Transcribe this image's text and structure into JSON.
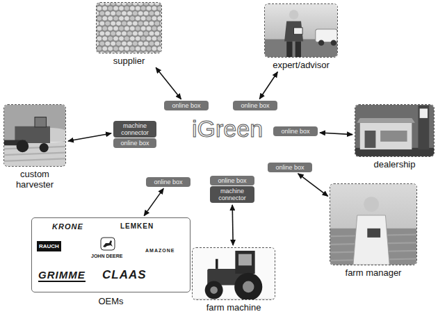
{
  "diagram": {
    "nodes": [
      {
        "text": [
          "supplier"
        ]
      },
      {
        "text": [
          "expert/advisor"
        ]
      },
      {
        "text": [
          "iGreen"
        ]
      },
      {
        "text": [
          "online box"
        ],
        "in": 2
      },
      {
        "text": [
          "online box"
        ],
        "in": 2
      },
      {
        "text": [
          "machine connector"
        ],
        "in": 2
      },
      {
        "text": [
          "online box"
        ],
        "in": 2
      },
      {
        "text": [
          "online box"
        ],
        "in": 2
      },
      {
        "text": [
          "online box"
        ],
        "in": 2
      },
      {
        "text": [
          "online box"
        ],
        "in": 2
      },
      {
        "text": [
          "online box"
        ],
        "in": 2
      },
      {
        "text": [
          "machine connector"
        ],
        "in": 2
      },
      {
        "text": [
          "custom harvester"
        ]
      },
      {
        "text": [
          "dealership"
        ]
      },
      {
        "text": [
          "farm manager"
        ]
      },
      {
        "text": [
          "KRONE",
          "LEMKEN",
          "RAUCH",
          "JOHN DEERE",
          "AMAZONE",
          "GRIMME",
          "CLAAS",
          "OEMs"
        ]
      },
      {
        "text": [
          "farm machine"
        ]
      }
    ],
    "edges": [
      {
        "from": 0,
        "to": 3,
        "arrow": "both"
      },
      {
        "from": 1,
        "to": 4,
        "arrow": "both"
      },
      {
        "from": 12,
        "to": 5,
        "arrow": "both"
      },
      {
        "from": 13,
        "to": 7,
        "arrow": "both"
      },
      {
        "from": 14,
        "to": 8,
        "arrow": "both"
      },
      {
        "from": 15,
        "to": 9,
        "arrow": "both"
      },
      {
        "from": 16,
        "to": 11,
        "arrow": "both"
      }
    ]
  }
}
